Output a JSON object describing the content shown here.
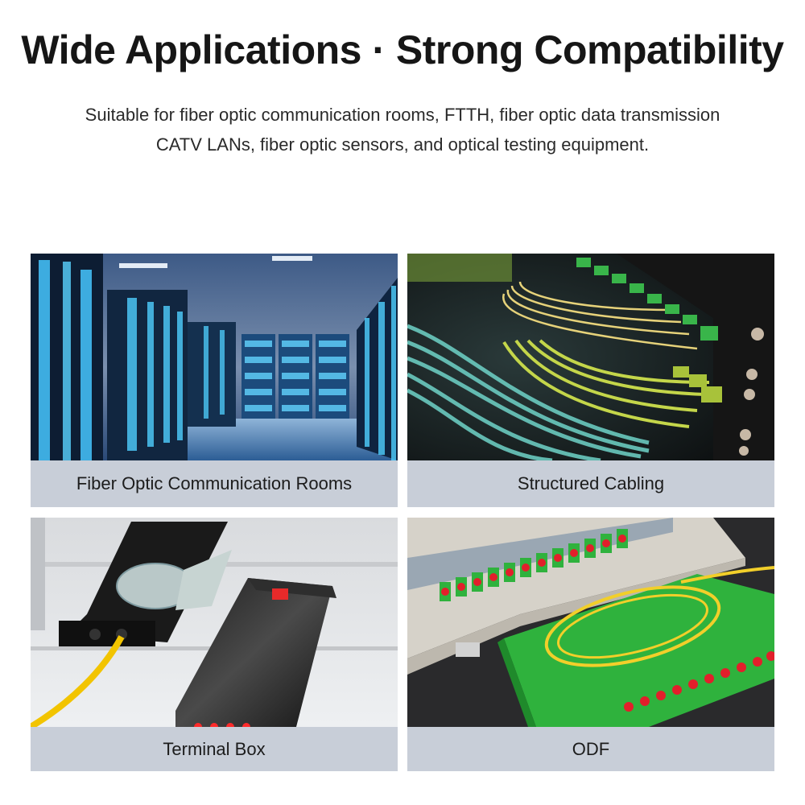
{
  "header": {
    "title": "Wide Applications · Strong Compatibility",
    "subtitle_line1": "Suitable for fiber optic communication rooms, FTTH, fiber optic data transmission",
    "subtitle_line2": "CATV LANs, fiber optic sensors, and optical testing equipment."
  },
  "applications": [
    {
      "caption": "Fiber Optic Communication Rooms",
      "image": "server-room-photo"
    },
    {
      "caption": "Structured Cabling",
      "image": "fiber-patch-cables-photo"
    },
    {
      "caption": "Terminal Box",
      "image": "fiber-terminal-box-photo"
    },
    {
      "caption": "ODF",
      "image": "optical-distribution-frame-photo"
    }
  ],
  "colors": {
    "caption_bg": "#c8ced8",
    "title_text": "#161616"
  }
}
